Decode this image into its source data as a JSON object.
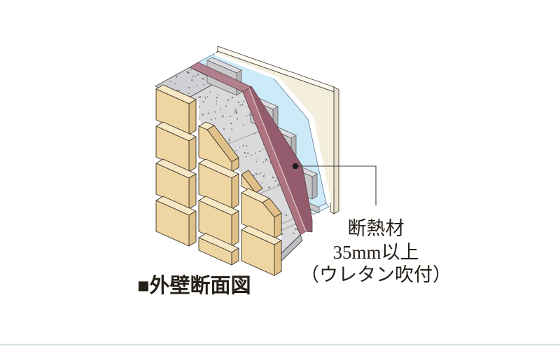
{
  "annotation": {
    "lines": [
      "断熱材",
      "35mm以上",
      "（ウレタン吹付）"
    ]
  },
  "caption": {
    "text": "■外壁断面図"
  },
  "palette": {
    "tile_face": "#eed5a1",
    "tile_top": "#f7e9c6",
    "tile_side": "#dfc089",
    "concrete_face": "#dadadc",
    "concrete_top": "#cfd0d3",
    "concrete_shadow": "#bdbec1",
    "speckle": "#54555a",
    "insulation_top": "#b2808c",
    "insulation_light": "#ad7380",
    "insulation_dark": "#935b6b",
    "insulation_divider": "#d8bfc4",
    "block_face": "#c8c8ca",
    "block_top": "#dcdcde",
    "block_side": "#b4b4b7",
    "plasterboard_face": "#cdeaf8",
    "plasterboard_light": "#e4f3fb",
    "board_face": "#f4eedd",
    "board_top": "#fdfbf4",
    "board_side": "#e9e2cf",
    "ink": "#262019",
    "leader": "#404040",
    "bottom_rule": "#cfe2cf"
  }
}
